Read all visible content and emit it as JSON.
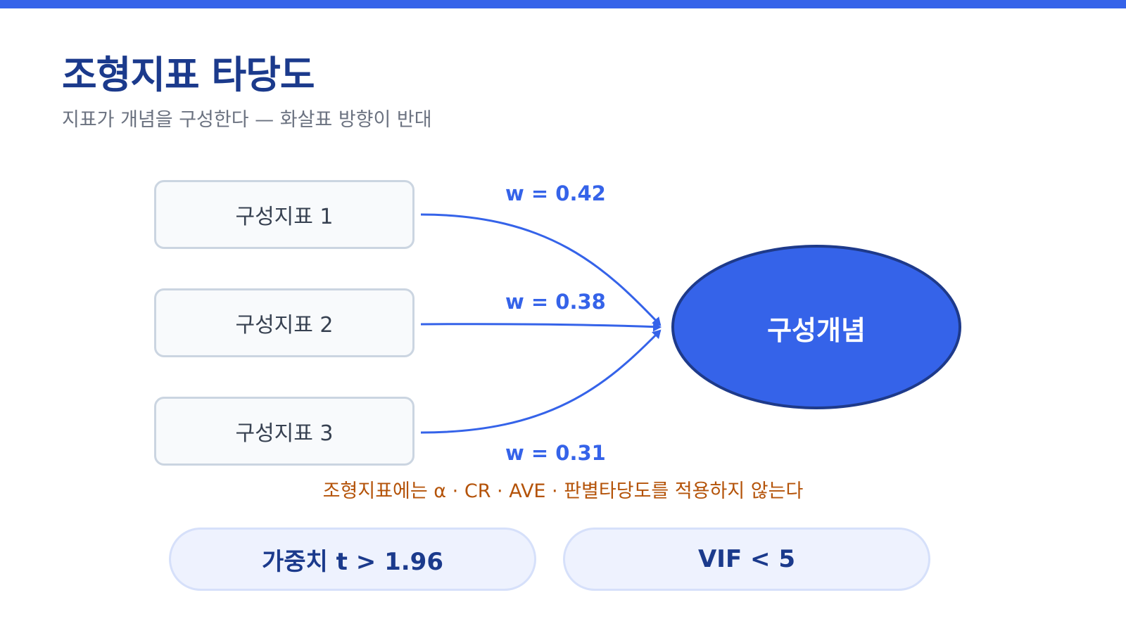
{
  "header": {
    "title": "조형지표 타당도",
    "subtitle": "지표가 개념을 구성한다 — 화살표 방향이 반대"
  },
  "diagram": {
    "indicators": [
      {
        "label": "구성지표 1",
        "weight_label": "w = 0.42",
        "weight": 0.42
      },
      {
        "label": "구성지표 2",
        "weight_label": "w = 0.38",
        "weight": 0.38
      },
      {
        "label": "구성지표 3",
        "weight_label": "w = 0.31",
        "weight": 0.31
      }
    ],
    "construct": "구성개념",
    "note": "조형지표에는 α · CR · AVE · 판별타당도를 적용하지 않는다"
  },
  "criteria": [
    "가중치 t > 1.96",
    "VIF < 5"
  ],
  "colors": {
    "accent": "#3563E9",
    "title": "#1B3A8C",
    "note": "#B45309",
    "ellipse_stroke": "#1E3A8A"
  }
}
